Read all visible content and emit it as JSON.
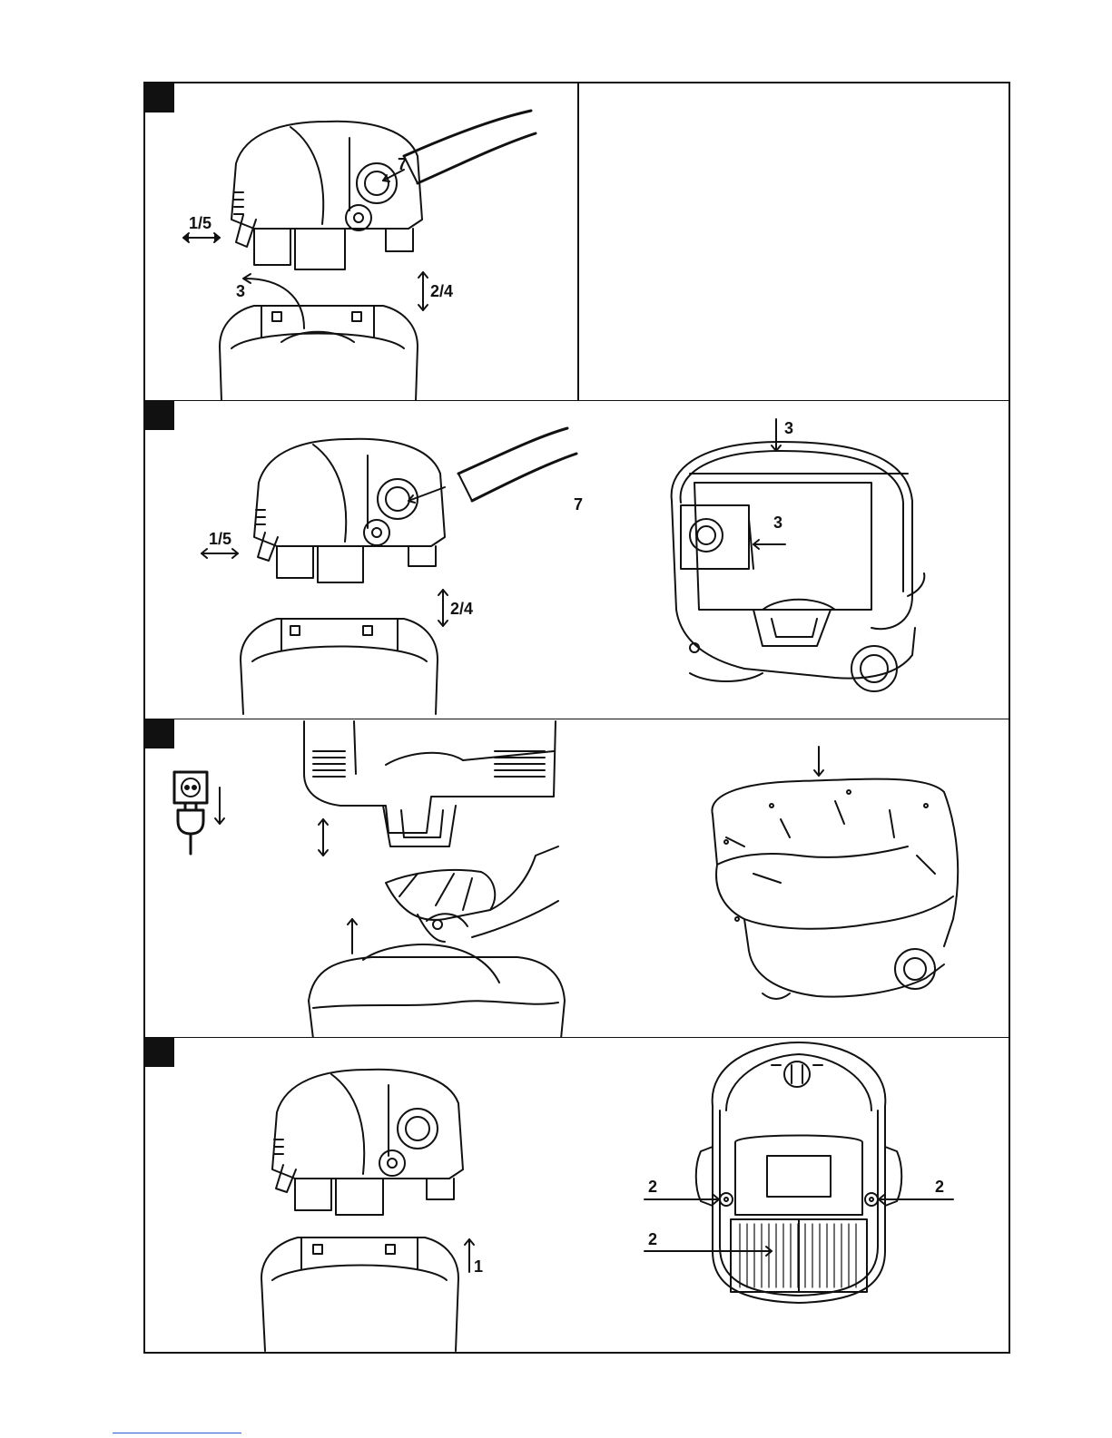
{
  "panels": [
    {
      "callouts": {
        "a": "1/5",
        "b": "2/4",
        "c": "3",
        "d": "7"
      }
    },
    {
      "callouts": {
        "a": "1/5",
        "b": "2/4",
        "d": "7",
        "e": "3",
        "f": "3"
      }
    },
    {
      "callouts": {}
    },
    {
      "callouts": {
        "a": "1",
        "b": "2",
        "c": "2",
        "d": "2"
      }
    }
  ]
}
